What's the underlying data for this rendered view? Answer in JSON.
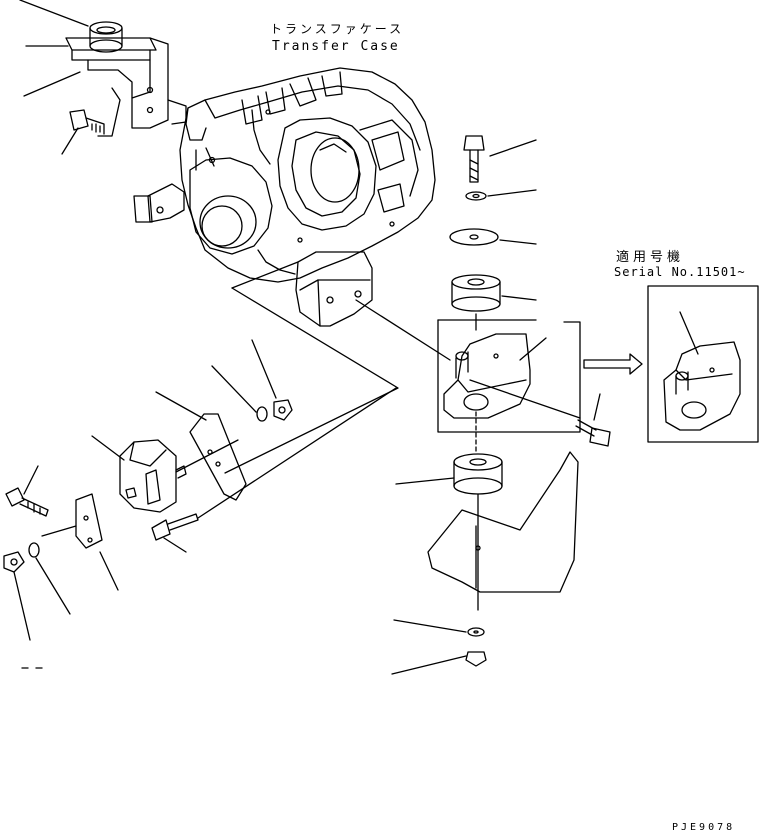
{
  "labels": {
    "transfer_case_jp": "トランスファケース",
    "transfer_case_en": "Transfer Case",
    "serial_jp": "適用号機",
    "serial_en": "Serial No.11501~",
    "drawing_code": "PJE9078"
  },
  "colors": {
    "line": "#000000",
    "background": "#ffffff"
  }
}
